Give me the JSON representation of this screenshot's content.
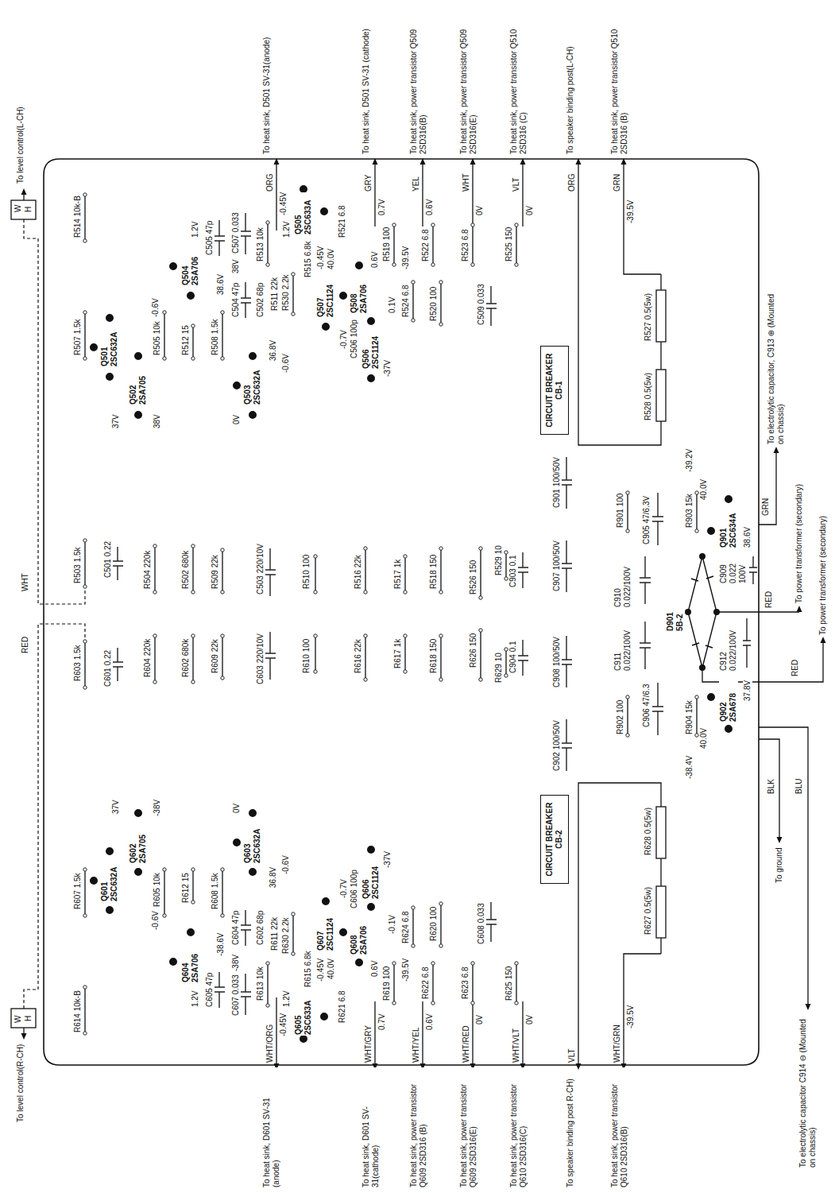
{
  "diagram": {
    "nodes": [
      {
        "text": [
          "CIRCUIT BREAKER CB-1"
        ]
      },
      {
        "text": [
          "CIRCUIT BREAKER CB-2"
        ]
      }
    ],
    "labels": [
      "To level control(L-CH)",
      "W",
      "H",
      "WHT",
      "To heat sink, D501 SV-31(anode)",
      "To heat sink, D501 SV-31 (cathode)",
      "To heat sink, power transistor Q509 2SD316(B)",
      "To heat sink, power transistor Q509 2SD316(E)",
      "To heat sink, power transistor Q510 2SD316 (C)",
      "To speaker binding post(L-CH)",
      "To heat sink, power transistor Q510 2SD316 (B)",
      "ORG",
      "-0.45V",
      "GRY",
      "0.7V",
      "YEL",
      "0.6V",
      "WHT",
      "0V",
      "VLT",
      "0V",
      "ORG",
      "GRN",
      "-39.5V",
      "R514 10k-B",
      "R507 1.5k",
      "R503 1.5k",
      "C501 0.22",
      "Q501 2SC632A",
      "Q502 2SA705",
      "37V",
      "-0.6V",
      "38V",
      "R504 220k",
      "R505 10k",
      "R512 15",
      "R502 680k",
      "R508 1.5k",
      "R509 22k",
      "Q504 2SA706",
      "1.2V",
      "38.6V",
      "38V",
      "C505 47p",
      "C504 47p",
      "C507 0.033",
      "R513 10k",
      "C502 68p",
      "Q503 2SC632A",
      "36.8V",
      "0V",
      "-0.6V",
      "C503 220/10V",
      "R511 22k",
      "R530 2.2k",
      "R515 6.8k",
      "R510 100",
      "Q505 2SC633A",
      "1.2V",
      "Q507 2SC1124",
      "-0.45V",
      "40.0V",
      "R521 6.8",
      "C506 100p",
      "Q506 2SC1124",
      "-0.7V",
      "-37V",
      "Q508 2SA706",
      "-39.5V",
      "0.1V",
      "0.6V",
      "R516 22k",
      "R519 100",
      "R524 6.8",
      "R517 1k",
      "R522 6.8",
      "R520 100",
      "R518 150",
      "R523 6.8",
      "C509 0.033",
      "R526 150",
      "R529 10",
      "C903 0.1",
      "R525 150",
      "C901 100/50V",
      "C907 100/50V",
      "R527 0.5(5w)",
      "R528 0.5(5w)",
      "R901 100",
      "C905 47/6.3V",
      "R903 15k",
      "Q901 2SC634A",
      "40.0V",
      "-39.2V",
      "38.6V",
      "GRN",
      "C910 0.022/100V",
      "C909 0.022 100V",
      "D901 5B-2",
      "C911 0.022/100V",
      "C912 0.022/100V",
      "To electrolytic capacitor, C913 ⊕ (Mounted on chassis)",
      "To power transformer (secondary)",
      "To power transformer (secondary)",
      "RED",
      "RED",
      "BLK",
      "BLU",
      "To ground",
      "To electrolytic capacitor C914 ⊖ (Mounted on chassis)",
      "To level control(R-CH)",
      "W",
      "H",
      "RED",
      "To heat sink, D601 SV-31 (anode)",
      "To heat sink, D601 SV-31(cathode)",
      "To heat sink, power transistor Q609 2SD316 (B)",
      "To heat sink, power transistor Q609 2SD316(E)",
      "To heat sink, power transistor Q610 2SD316(C)",
      "To speaker binding post R-CH)",
      "To heat sink, power transistor Q610 2SD316(B)",
      "WHT/ORG",
      "-0.45V",
      "WHT/GRY",
      "0.7V",
      "WHT/YEL",
      "0.6V",
      "WHT/RED",
      "0V",
      "WHT/VLT",
      "0V",
      "VLT",
      "WHT/GRN",
      "-39.5V",
      "R614 10k-B",
      "R607 1.5k",
      "R603 1.5k",
      "C601 0.22",
      "Q601 2SC632A",
      "Q602 2SA705",
      "37V",
      "-0.6V",
      "-38V",
      "R604 220k",
      "R605 10k",
      "R612 15",
      "R602 680k",
      "R608 1.5k",
      "R609 22k",
      "Q604 2SA706",
      "1.2V",
      "-38.6V",
      "-38V",
      "C605 47p",
      "C604 47p",
      "C607 0.033",
      "R613 10k",
      "C602 68p",
      "Q603 2SC632A",
      "36.8V",
      "0V",
      "-0.6V",
      "C603 220/10V",
      "R611 22k",
      "R630 2.2k",
      "R615 6.8k",
      "R610 100",
      "Q605 2SC633A",
      "1.2V",
      "Q607 2SC1124",
      "-0.45V",
      "40.0V",
      "R621 6.8",
      "C606 100p",
      "Q606 2SC1124",
      "-0.7V",
      "-37V",
      "Q608 2SA706",
      "-39.5V",
      "-0.1V",
      "0.6V",
      "R616 22k",
      "R619 100",
      "R624 6.8",
      "R617 1k",
      "R622 6.8",
      "R620 100",
      "R618 150",
      "R623 6.8",
      "C608 0.033",
      "R626 150",
      "R629 10",
      "C904 0.1",
      "R625 150",
      "C902 100/50V",
      "C908 100/50V",
      "R627 0.5(5w)",
      "R628 0.5(5w)",
      "R902 100",
      "C906 47/6.3",
      "R904 15k",
      "Q902 2SA678",
      "40.0V",
      "-38.4V",
      "37.8V"
    ]
  }
}
